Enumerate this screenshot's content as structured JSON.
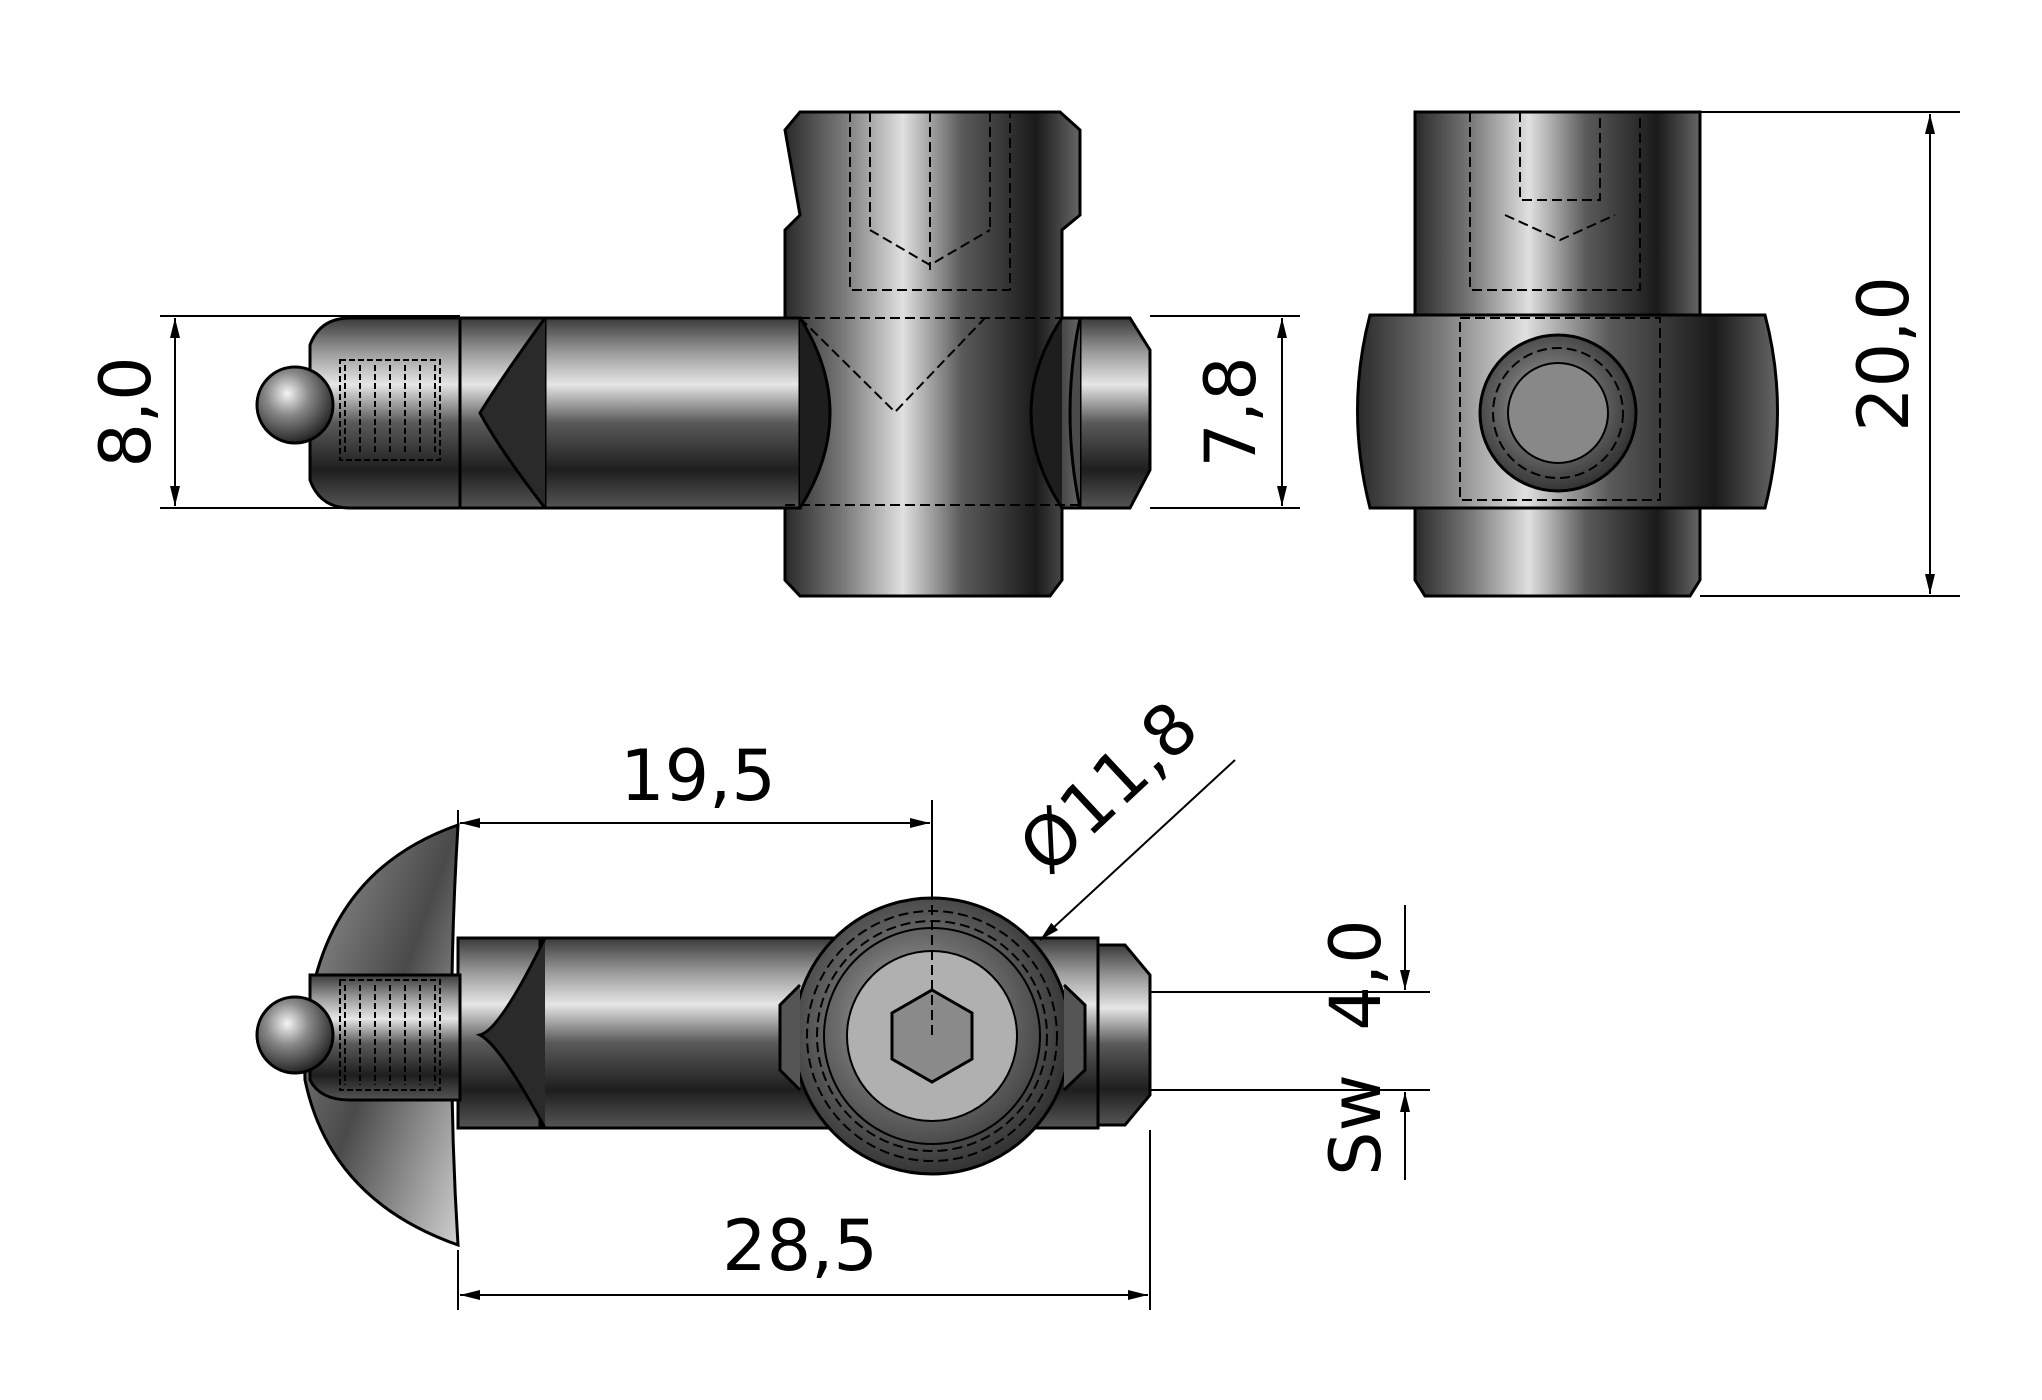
{
  "drawing": {
    "dimensions": {
      "side_view_height": "8,0",
      "side_view_right": "7,8",
      "front_view_height": "20,0",
      "top_view_offset": "19,5",
      "diameter": "Ø11,8",
      "hex_size": "4,0",
      "hex_prefix": "Sw",
      "overall_length": "28,5"
    }
  },
  "colors": {
    "line": "#000000",
    "metal_dark": "#2b2b2b",
    "metal_mid": "#6e6e6e",
    "metal_light": "#d8d8d8",
    "background": "#ffffff"
  }
}
